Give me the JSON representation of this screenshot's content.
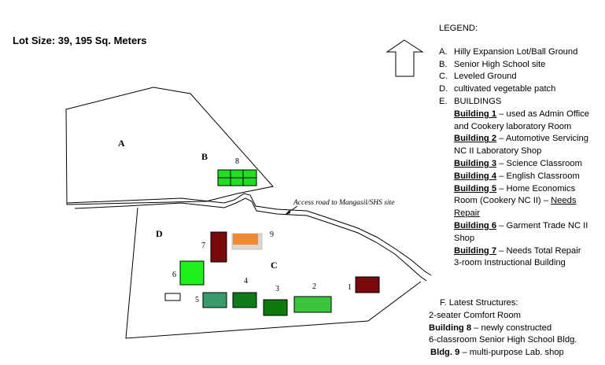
{
  "lot_size": "Lot Size: 39, 195 Sq. Meters",
  "legend": {
    "title": "LEGEND:",
    "items": [
      {
        "marker": "A.",
        "text": "Hilly Expansion Lot/Ball Ground"
      },
      {
        "marker": "B.",
        "text": "Senior High School site"
      },
      {
        "marker": "C.",
        "text": "Leveled Ground"
      },
      {
        "marker": "D.",
        "text": "cultivated vegetable patch"
      },
      {
        "marker": "E.",
        "text": "BUILDINGS"
      }
    ],
    "buildings": {
      "b1": {
        "name": "Building 1",
        "l1": " – used as Admin Office",
        "l2": "and Cookery laboratory Room"
      },
      "b2": {
        "name": "Building 2",
        "l1": " – Automotive Servicing",
        "l2": "NC II Laboratory Shop"
      },
      "b3": {
        "name": "Building 3",
        "l1": " – Science Classroom"
      },
      "b4": {
        "name": "Building 4",
        "l1": " – English Classroom"
      },
      "b5": {
        "name": "Building 5",
        "l1": " – Home Economics",
        "l2": "Room (Cookery NC II) – ",
        "l2u": "Needs",
        "l3": "Repair"
      },
      "b6": {
        "name": "Building 6",
        "l1": " – Garment Trade NC II",
        "l2": "Shop"
      },
      "b7": {
        "name": "Building 7",
        "l1": " – Needs Total Repair",
        "l2": "3-room Instructional Building"
      }
    }
  },
  "latest": {
    "heading": "F.    Latest  Structures:",
    "comfort": "2-seater Comfort Room",
    "b8_name": "Building 8",
    "b8_desc": " – newly constructed",
    "b8_l2": "6-classroom Senior High School Bldg.",
    "b9_name": "Bldg. 9",
    "b9_desc": " – multi-purpose Lab. shop"
  },
  "map": {
    "area_labels": {
      "A": "A",
      "B": "B",
      "C": "C",
      "D": "D"
    },
    "building_numbers": {
      "b1": "1",
      "b2": "2",
      "b3": "3",
      "b4": "4",
      "b5": "5",
      "b6": "6",
      "b7": "7",
      "b8": "8",
      "b9": "9"
    },
    "road_label": "Access road to Mangasil/SHS site",
    "colors": {
      "b1": "#7a0a0a",
      "b2": "#3cc43c",
      "b3": "#0d7a0d",
      "b4": "#0f7a1a",
      "b5": "#3a9a6a",
      "b6": "#1ef01e",
      "b7": "#7a0a0a",
      "b8": "#22dd22",
      "b9": "#f08a30",
      "comfort": "#ffffff",
      "outline": "#000000"
    },
    "icons": {
      "north": "north-arrow-icon"
    }
  }
}
